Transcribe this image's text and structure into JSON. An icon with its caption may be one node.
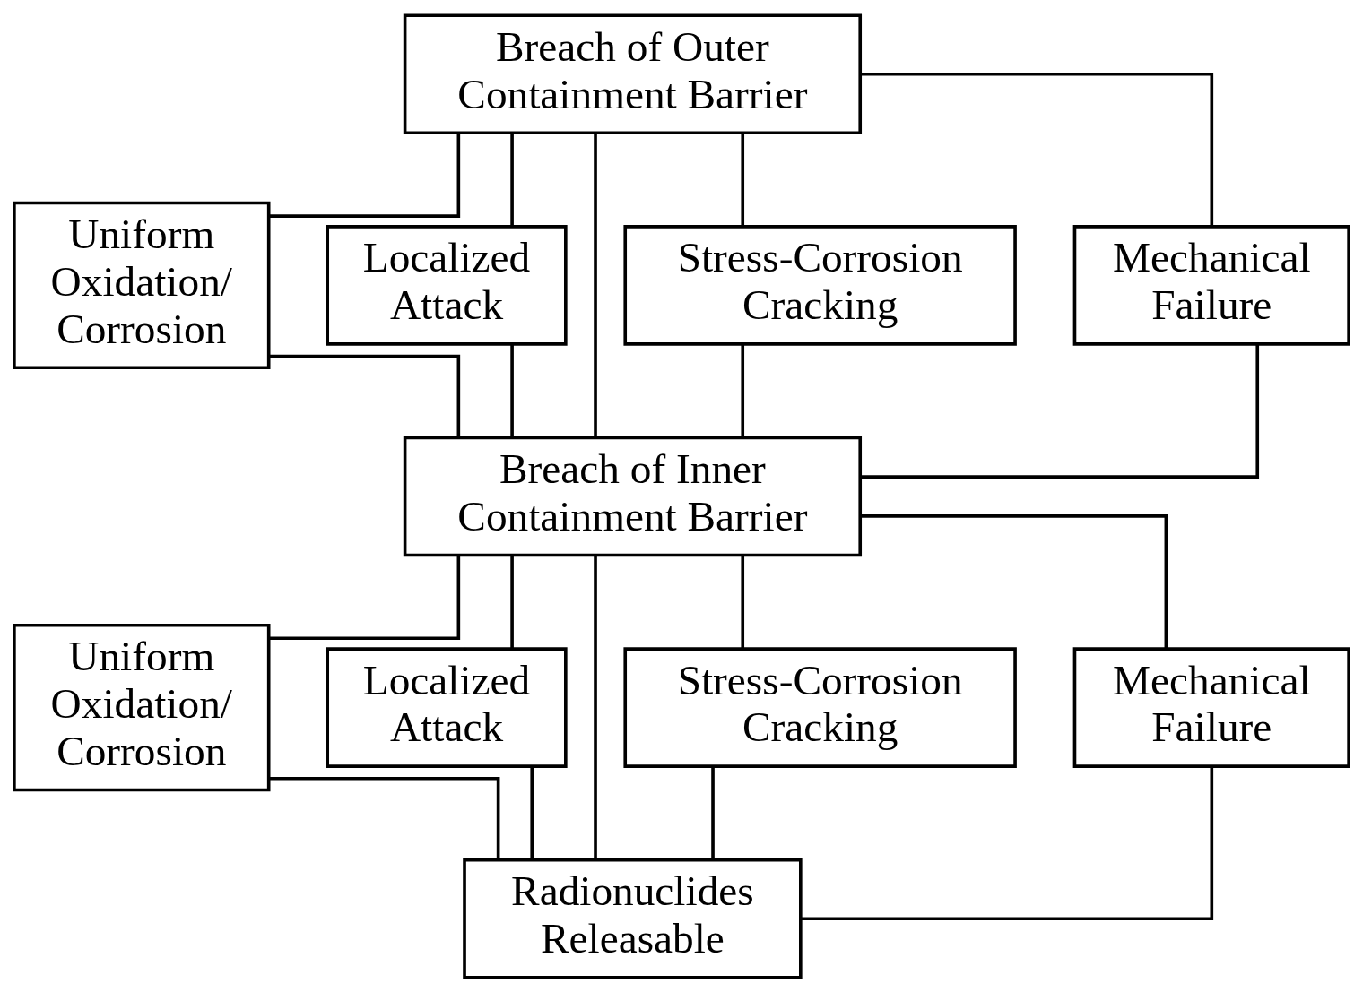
{
  "diagram": {
    "nodes": [
      {
        "text": [
          "Breach of Outer Containment Barrier"
        ]
      },
      {
        "text": [
          "Uniform Oxidation/ Corrosion"
        ]
      },
      {
        "text": [
          "Localized Attack"
        ]
      },
      {
        "text": [
          "Stress-Corrosion Cracking"
        ]
      },
      {
        "text": [
          "Mechanical Failure"
        ]
      },
      {
        "text": [
          "Breach of Inner Containment Barrier"
        ]
      },
      {
        "text": [
          "Uniform Oxidation/ Corrosion"
        ]
      },
      {
        "text": [
          "Localized Attack"
        ]
      },
      {
        "text": [
          "Stress-Corrosion Cracking"
        ]
      },
      {
        "text": [
          "Mechanical Failure"
        ]
      },
      {
        "text": [
          "Radionuclides Releasable"
        ]
      }
    ],
    "edges": [
      {
        "from": 0,
        "to": 1,
        "arrow": "none"
      },
      {
        "from": 0,
        "to": 2,
        "arrow": "none"
      },
      {
        "from": 0,
        "to": 3,
        "arrow": "none"
      },
      {
        "from": 0,
        "to": 4,
        "arrow": "none"
      },
      {
        "from": 0,
        "to": 5,
        "arrow": "none"
      },
      {
        "from": 1,
        "to": 5,
        "arrow": "none"
      },
      {
        "from": 2,
        "to": 5,
        "arrow": "none"
      },
      {
        "from": 3,
        "to": 5,
        "arrow": "none"
      },
      {
        "from": 4,
        "to": 5,
        "arrow": "none"
      },
      {
        "from": 5,
        "to": 6,
        "arrow": "none"
      },
      {
        "from": 5,
        "to": 7,
        "arrow": "none"
      },
      {
        "from": 5,
        "to": 8,
        "arrow": "none"
      },
      {
        "from": 5,
        "to": 9,
        "arrow": "none"
      },
      {
        "from": 5,
        "to": 10,
        "arrow": "none"
      },
      {
        "from": 6,
        "to": 10,
        "arrow": "none"
      },
      {
        "from": 7,
        "to": 10,
        "arrow": "none"
      },
      {
        "from": 8,
        "to": 10,
        "arrow": "none"
      },
      {
        "from": 9,
        "to": 10,
        "arrow": "none"
      }
    ]
  }
}
